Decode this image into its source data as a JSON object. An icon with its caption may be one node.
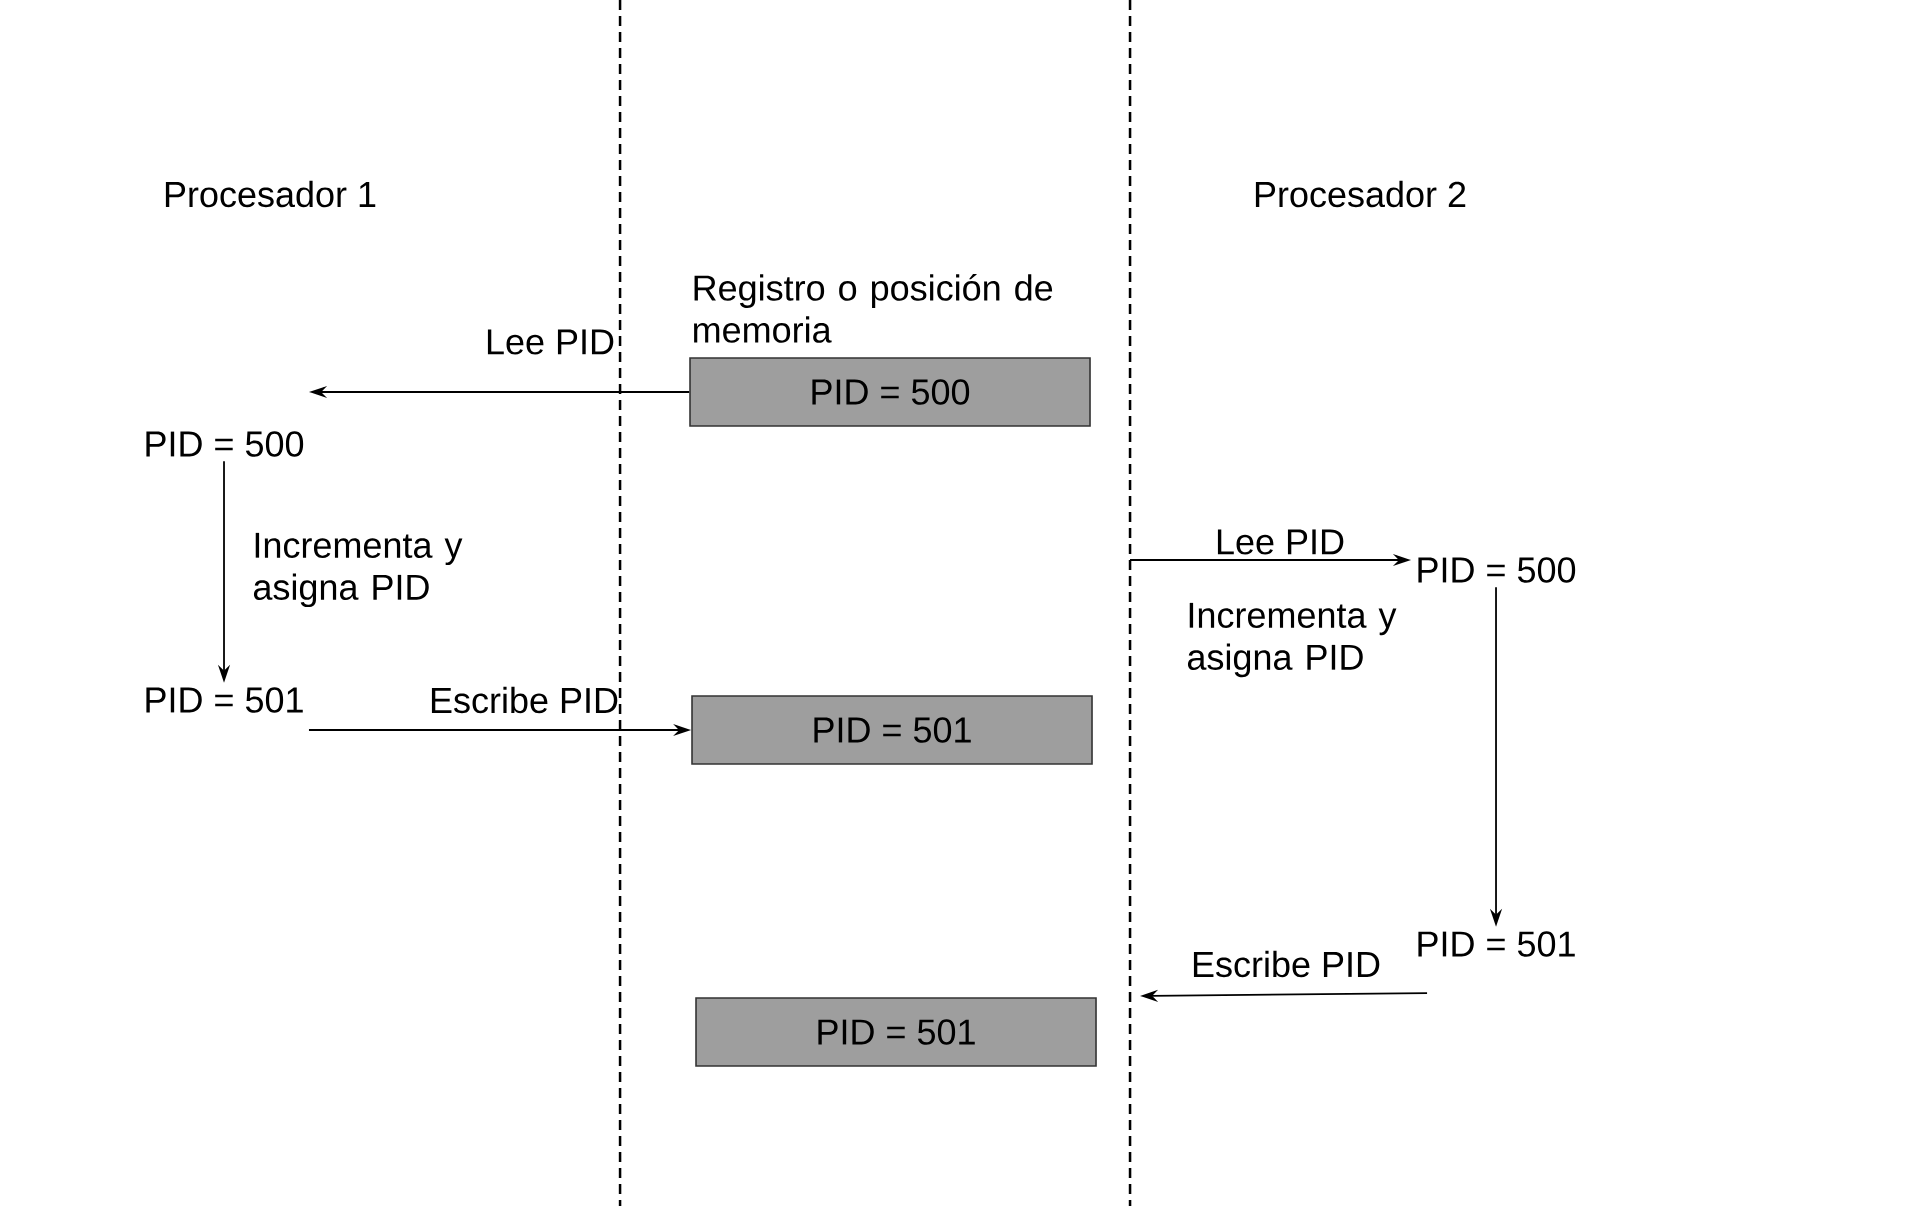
{
  "diagram": {
    "nodes": [
      {
        "text": [
          "Registro o posición de memoria",
          "PID = 500"
        ]
      },
      {
        "text": [
          "PID = 500"
        ]
      },
      {
        "text": [
          "PID = 501"
        ]
      },
      {
        "text": [
          "PID = 501"
        ]
      },
      {
        "text": [
          "PID = 500"
        ]
      },
      {
        "text": [
          "PID = 501"
        ]
      },
      {
        "text": [
          "PID = 501"
        ]
      }
    ],
    "edges": [
      {
        "from": 0,
        "to": 1,
        "arrow": "to",
        "label": "Lee PID"
      },
      {
        "from": 1,
        "to": 2,
        "arrow": "to",
        "label": "Incrementa y asigna PID"
      },
      {
        "from": 2,
        "to": 3,
        "arrow": "to",
        "label": "Escribe PID"
      },
      {
        "from": null,
        "to": 4,
        "arrow": "to",
        "label": "Lee PID"
      },
      {
        "from": 4,
        "to": 5,
        "arrow": "to",
        "label": "Incrementa y asigna PID"
      },
      {
        "from": 5,
        "to": null,
        "arrow": "to",
        "label": "Escribe PID"
      }
    ],
    "labels": [
      "Procesador 1",
      "Procesador 2"
    ]
  }
}
